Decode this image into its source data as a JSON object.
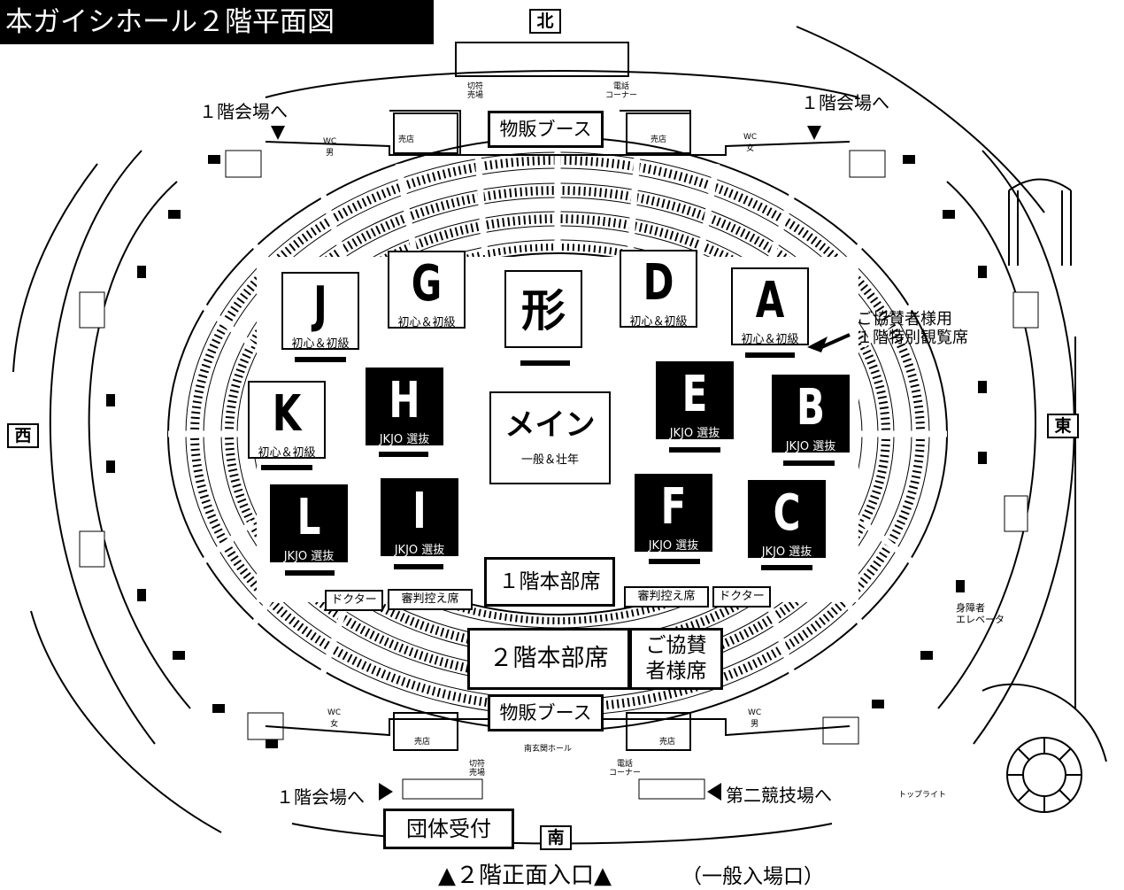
{
  "title": "本ガイシホール２階平面図",
  "directions": {
    "north": "北",
    "south": "南",
    "east": "東",
    "west": "西"
  },
  "to_first_floor": "１階会場へ",
  "to_second_arena": "第二競技場へ",
  "sponsor_note": {
    "line1": "ご協賛者様用",
    "line2": "１階特別観覧席"
  },
  "courts": {
    "A": {
      "letter": "A",
      "label": "初心＆初級"
    },
    "B": {
      "letter": "B",
      "label": "JKJO 選抜"
    },
    "C": {
      "letter": "C",
      "label": "JKJO 選抜"
    },
    "D": {
      "letter": "D",
      "label": "初心＆初級"
    },
    "E": {
      "letter": "E",
      "label": "JKJO 選抜"
    },
    "F": {
      "letter": "F",
      "label": "JKJO 選抜"
    },
    "G": {
      "letter": "G",
      "label": "初心＆初級"
    },
    "H": {
      "letter": "H",
      "label": "JKJO 選抜"
    },
    "I": {
      "letter": "I",
      "label": "JKJO 選抜"
    },
    "J": {
      "letter": "J",
      "label": "初心＆初級"
    },
    "K": {
      "letter": "K",
      "label": "初心＆初級"
    },
    "L": {
      "letter": "L",
      "label": "JKJO 選抜"
    },
    "kata": {
      "letter": "形"
    },
    "main": {
      "title": "メイン",
      "label": "一般＆壮年"
    }
  },
  "hq_first_floor": "１階本部席",
  "hq_second_floor": "２階本部席",
  "sponsor_seats": {
    "line1": "ご協賛",
    "line2": "者様席"
  },
  "merch_booth": "物販ブース",
  "doctor": "ドクター",
  "referee_waiting": "審判控え席",
  "group_reception": "団体受付",
  "entrance": {
    "main": "▲２階正面入口▲",
    "sub": "（一般入場口）"
  },
  "small_labels": {
    "wc_men": {
      "wc": "WC",
      "kind": "男"
    },
    "wc_women": {
      "wc": "WC",
      "kind": "女"
    },
    "shop": "売店",
    "tickets": "切符\n売場",
    "sales_corner": "電話\nコーナー",
    "disabled_elevator": "身障者\nエレベータ",
    "toplight": "トップライト",
    "south_entrance_hall": "南玄関ホール"
  },
  "colors": {
    "ink": "#000000",
    "paper": "#ffffff"
  }
}
